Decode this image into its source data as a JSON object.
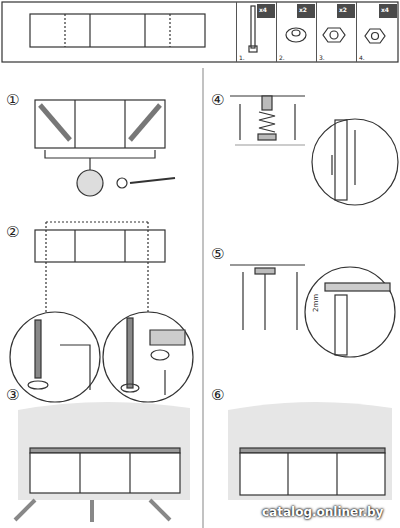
{
  "diagram": {
    "nodes": [
      {
        "text": [
          "1."
        ]
      },
      {
        "text": [
          "x4"
        ],
        "in": 0
      },
      {
        "text": [
          "2."
        ]
      },
      {
        "text": [
          "x2"
        ],
        "in": 2
      },
      {
        "text": [
          "3."
        ]
      },
      {
        "text": [
          "x2"
        ],
        "in": 4
      },
      {
        "text": [
          "4."
        ]
      },
      {
        "text": [
          "x4"
        ],
        "in": 6
      }
    ],
    "labels": [
      "①",
      "②",
      "③",
      "④",
      "⑤",
      "⑥",
      "2mm",
      "catalog.onliner.by"
    ]
  }
}
